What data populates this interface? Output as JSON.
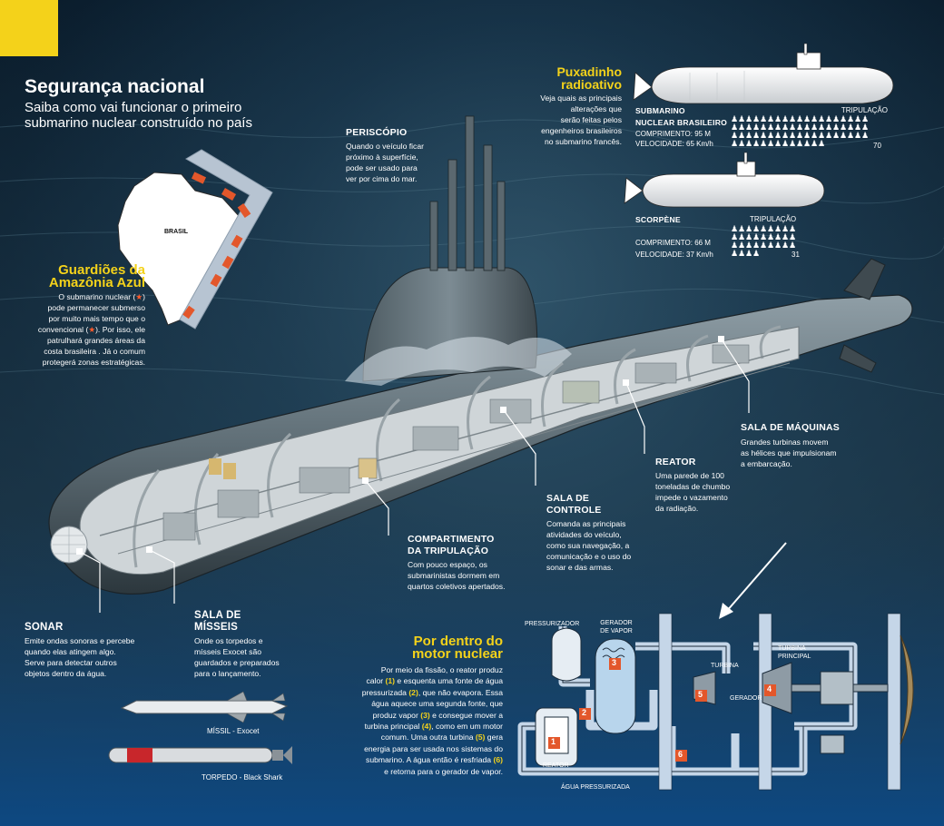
{
  "header": {
    "title": "Segurança nacional",
    "subtitle_line1": "Saiba como vai funcionar o primeiro",
    "subtitle_line2": "submarino nuclear construído no país"
  },
  "map": {
    "country_label": "BRASIL",
    "heading_line1": "Guardiões da",
    "heading_line2": "Amazônia Azul",
    "text_lines": [
      "O submarino nuclear (",
      "pode permanecer submerso",
      "por muito mais tempo que o",
      "convencional (",
      "patrulhará grandes áreas da",
      "costa brasileira . Já o  comum",
      "protegerá zonas estratégicas."
    ],
    "star_nuclear": "★",
    "star_conv": "★",
    "close_paren": ")",
    "close_paren_rest": "). Por isso, ele"
  },
  "periscope": {
    "label": "PERISCÓPIO",
    "text_lines": [
      "Quando o veículo ficar",
      "próximo à superfície,",
      "pode ser usado para",
      "ver por cima do mar."
    ]
  },
  "puxadinho": {
    "heading_line1": "Puxadinho",
    "heading_line2": "radioativo",
    "text_lines": [
      "Veja quais as principais",
      "alterações que",
      "serão feitas pelos",
      "engenheiros brasileiros",
      "no submarino francês."
    ]
  },
  "sub_brasileiro": {
    "name_line1": "SUBMARINO",
    "name_line2": "NUCLEAR BRASILEIRO",
    "length": "COMPRIMENTO: 95 M",
    "speed": "VELOCIDADE: 65 Km/h",
    "crew_label": "TRIPULAÇÃO",
    "crew_count": "70",
    "crew_value": 70
  },
  "sub_scorpene": {
    "name": "SCORPÈNE",
    "length": "COMPRIMENTO: 66 M",
    "speed": "VELOCIDADE: 37 Km/h",
    "crew_label": "TRIPULAÇÃO",
    "crew_count": "31",
    "crew_value": 31
  },
  "callouts": {
    "sala_maquinas": {
      "label": "SALA DE MÁQUINAS",
      "text_lines": [
        "Grandes turbinas movem",
        "as hélices que impulsionam",
        "a embarcação."
      ]
    },
    "reator": {
      "label": "REATOR",
      "text_lines": [
        "Uma parede de 100",
        "toneladas de chumbo",
        "impede o vazamento",
        "da radiação."
      ]
    },
    "sala_controle": {
      "label_line1": "SALA DE",
      "label_line2": "CONTROLE",
      "text_lines": [
        "Comanda as principais",
        "atividades do veículo,",
        "como sua navegação, a",
        "comunicação e o uso do",
        "sonar e das armas."
      ]
    },
    "tripulacao": {
      "label_line1": "COMPARTIMENTO",
      "label_line2": "DA TRIPULAÇÃO",
      "text_lines": [
        "Com pouco espaço, os",
        "submarinistas dormem em",
        "quartos coletivos apertados."
      ]
    },
    "misseis": {
      "label_line1": "SALA DE",
      "label_line2": "MÍSSEIS",
      "text_lines": [
        "Onde os torpedos e",
        "mísseis Exocet são",
        "guardados e preparados",
        "para o lançamento."
      ]
    },
    "sonar": {
      "label": "SONAR",
      "text_lines": [
        "Emite ondas sonoras e percebe",
        "quando elas atingem algo.",
        "Serve para detectar outros",
        "objetos dentro da água."
      ]
    }
  },
  "weapons": {
    "missile": "MÍSSIL - Exocet",
    "torpedo": "TORPEDO - Black Shark"
  },
  "motor": {
    "heading_line1": "Por dentro do",
    "heading_line2": "motor nuclear",
    "text": [
      [
        "Por meio da fissão, o reator produz"
      ],
      [
        "calor ",
        "(1)",
        " e esquenta uma fonte de água"
      ],
      [
        "pressurizada ",
        "(2)",
        ", que não evapora. Essa"
      ],
      [
        "água aquece uma segunda fonte, que"
      ],
      [
        "produz vapor ",
        "(3)",
        " e consegue mover a"
      ],
      [
        "turbina principal ",
        "(4)",
        ", como em um motor"
      ],
      [
        "comum. Uma outra turbina ",
        "(5)",
        " gera"
      ],
      [
        "energia para ser usada nos sistemas do"
      ],
      [
        "submarino. A água então é resfriada ",
        "(6)"
      ],
      [
        "e retorna para o gerador de vapor."
      ]
    ],
    "labels": {
      "pressurizador": "PRESSURIZADOR",
      "gerador_vapor_1": "GERADOR",
      "gerador_vapor_2": "DE VAPOR",
      "turbina_principal_1": "TURBINA",
      "turbina_principal_2": "PRINCIPAL",
      "turbina": "TURBINA",
      "gerador": "GERADOR",
      "reator": "REATOR",
      "agua": "ÁGUA PRESSURIZADA"
    },
    "markers": [
      "1",
      "2",
      "3",
      "4",
      "5",
      "6"
    ]
  },
  "colors": {
    "accent_yellow": "#f4d21a",
    "marker_orange": "#e3572b",
    "ocean_dark": "#0b1e2e"
  }
}
